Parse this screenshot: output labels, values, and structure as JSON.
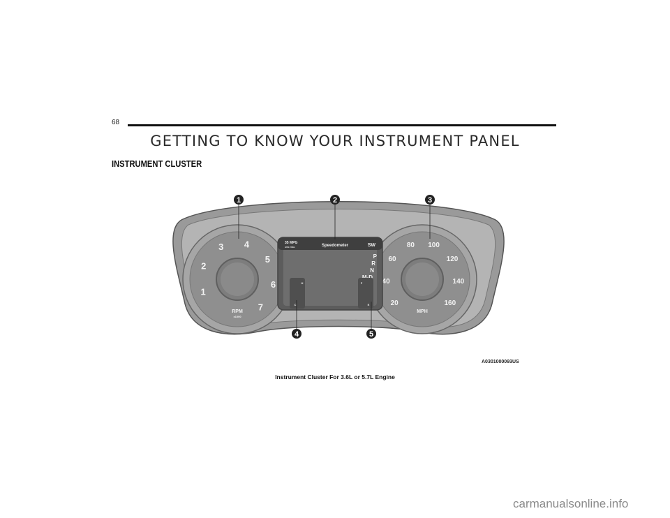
{
  "page": {
    "number": "68",
    "chapter_title": "GETTING TO KNOW YOUR INSTRUMENT PANEL",
    "section_title": "INSTRUMENT CLUSTER"
  },
  "figure": {
    "code": "A0301000093US",
    "caption": "Instrument Cluster For 3.6L or 5.7L Engine",
    "callouts": [
      "1",
      "2",
      "3",
      "4",
      "5"
    ],
    "tachometer": {
      "ticks": [
        "1",
        "2",
        "3",
        "4",
        "5",
        "6",
        "7"
      ],
      "label": "RPM",
      "sublabel": "x1000"
    },
    "speedometer": {
      "ticks": [
        "20",
        "40",
        "60",
        "80",
        "100",
        "120",
        "140",
        "160"
      ],
      "label": "MPH"
    },
    "display": {
      "top_left": "35 MPG",
      "top_left_sub": "AVG FUEL",
      "title": "Speedometer",
      "top_right": "SW",
      "gear_letters": [
        "P",
        "R",
        "N",
        "M-D"
      ],
      "left_gauge_labels": [
        "H",
        "C"
      ],
      "right_gauge_labels": [
        "F",
        "E"
      ]
    }
  },
  "footer": {
    "watermark": "carmanualsonline.info"
  }
}
